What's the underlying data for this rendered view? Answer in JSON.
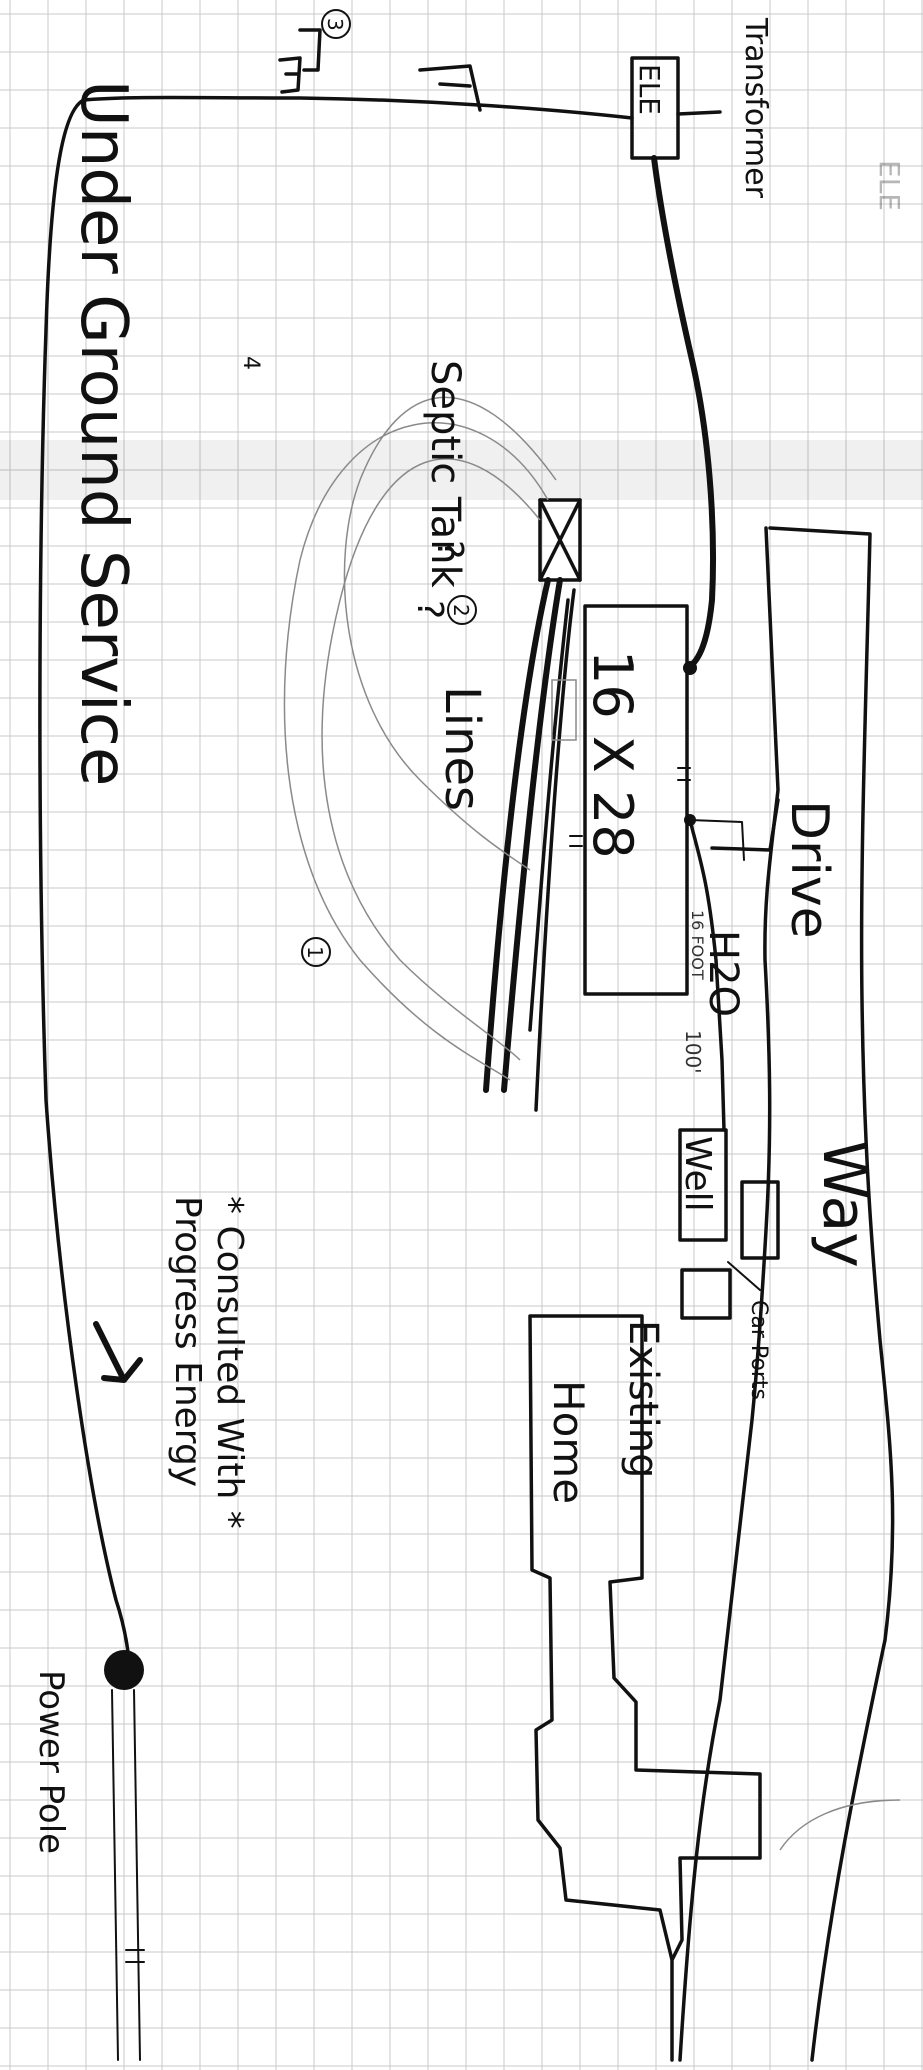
{
  "labels": {
    "drive": "Drive",
    "way": "Way",
    "existing": "Existing",
    "home": "Home",
    "well": "Well",
    "car_ports": "Car Ports",
    "h2o": "H2O",
    "building": "16 X 28",
    "septic_tank": "Septic Tank",
    "septic_mark_1": "?",
    "septic_mark_2": "?",
    "lines": "Lines",
    "transformer": "Transformer",
    "ele": "ELE",
    "power_pole": "Power Pole",
    "under_ground_service": "Under Ground Service",
    "consulted_note_line1": "* Consulted With *",
    "consulted_note_line2": "Progress Energy",
    "distance_note": "100'",
    "distance_note_2": "16 FOOT",
    "corner_note": "ELE",
    "circle_1": "1",
    "circle_2": "2",
    "circle_3": "3",
    "number_4": "4"
  },
  "colors": {
    "ink": "#111111",
    "pencil": "#8a8a8a",
    "grid": "#c9c9c9",
    "paper": "#ffffff"
  }
}
